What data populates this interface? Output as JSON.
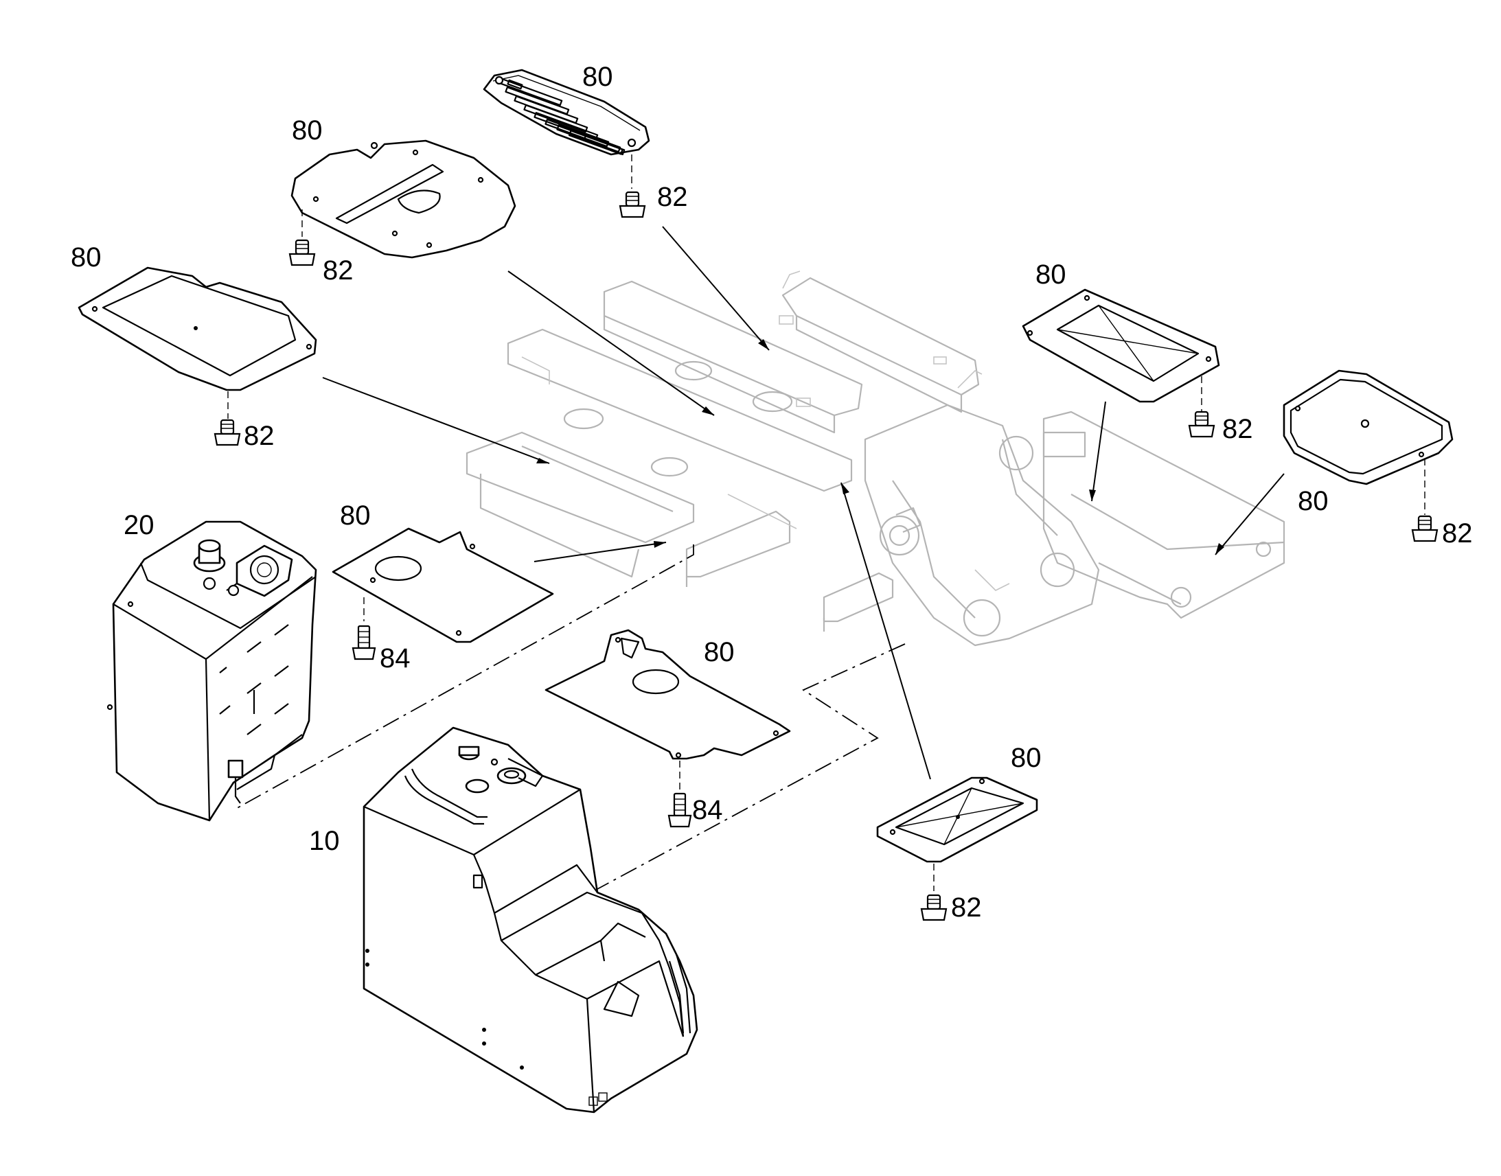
{
  "callouts": [
    {
      "id": "c-top-grille",
      "text": "80"
    },
    {
      "id": "c-top-grille-bolt",
      "text": "82"
    },
    {
      "id": "c-round-cover",
      "text": "80"
    },
    {
      "id": "c-round-cover-bolt",
      "text": "82"
    },
    {
      "id": "c-left-plate",
      "text": "80"
    },
    {
      "id": "c-left-plate-bolt",
      "text": "82"
    },
    {
      "id": "c-right-plate",
      "text": "80"
    },
    {
      "id": "c-right-plate-bolt",
      "text": "82"
    },
    {
      "id": "c-frame-plate",
      "text": "80"
    },
    {
      "id": "c-frame-plate-bolt",
      "text": "82"
    },
    {
      "id": "c-tank",
      "text": "20"
    },
    {
      "id": "c-mid-plate",
      "text": "80"
    },
    {
      "id": "c-mid-plate-bolt",
      "text": "84"
    },
    {
      "id": "c-lower-plate",
      "text": "80"
    },
    {
      "id": "c-lower-plate-bolt",
      "text": "84"
    },
    {
      "id": "c-bottom-plate",
      "text": "80"
    },
    {
      "id": "c-bottom-plate-bolt",
      "text": "82"
    },
    {
      "id": "c-console",
      "text": "10"
    }
  ]
}
